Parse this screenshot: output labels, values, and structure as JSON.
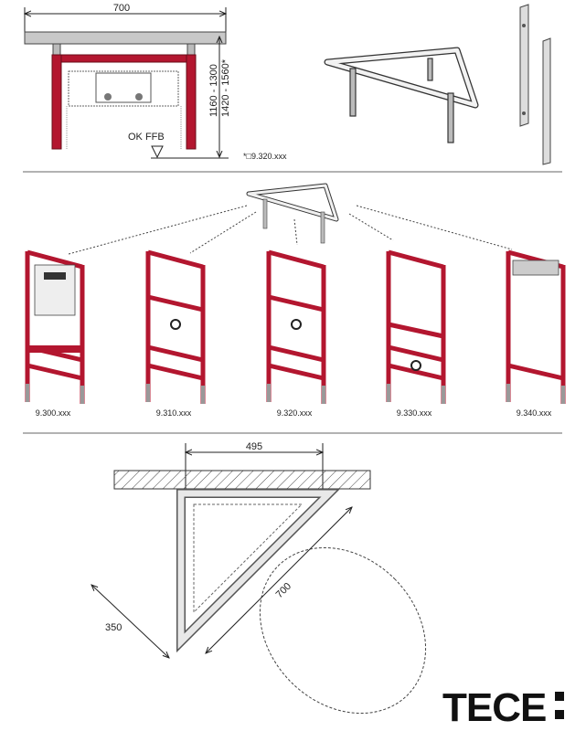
{
  "top": {
    "width_dim": "700",
    "height_dim_1": "1160 - 1300",
    "height_dim_2": "1420 - 1560*",
    "floor_label": "OK FFB",
    "footnote": "*□9.320.xxx"
  },
  "middle": {
    "modules": [
      "9.300.xxx",
      "9.310.xxx",
      "9.320.xxx",
      "9.330.xxx",
      "9.340.xxx"
    ]
  },
  "bottom": {
    "width_dim": "495",
    "side_dim": "350",
    "diag_dim": "700"
  },
  "brand": {
    "logo": "TECE",
    "frame_color": "#b3162f"
  }
}
